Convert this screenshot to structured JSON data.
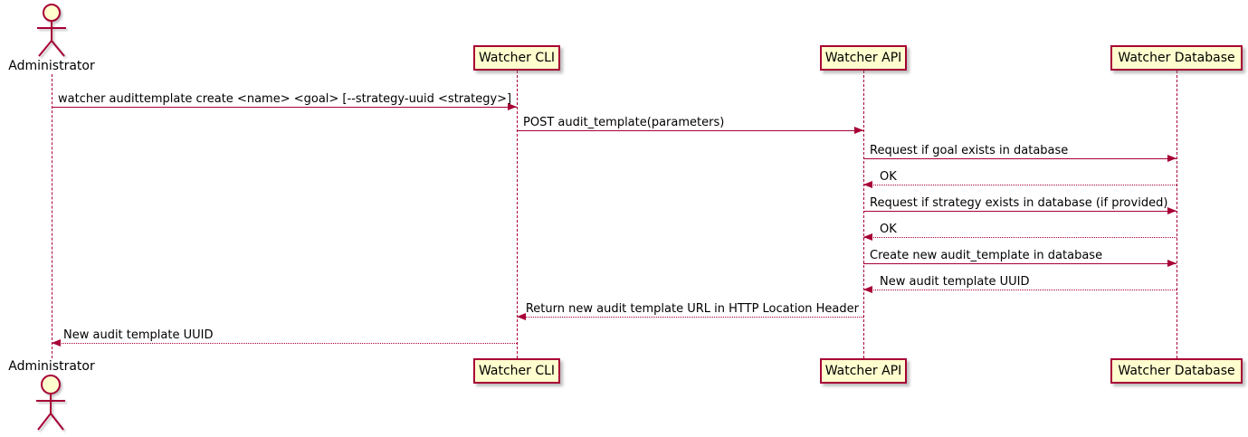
{
  "diagram_type": "sequence",
  "colors": {
    "accent": "#A80036",
    "participant_fill": "#FEFECE",
    "text": "#000000",
    "background": "#FFFFFF"
  },
  "actor": {
    "name": "Administrator"
  },
  "participants": [
    {
      "label": "Watcher CLI"
    },
    {
      "label": "Watcher API"
    },
    {
      "label": "Watcher Database"
    }
  ],
  "messages": [
    {
      "label": "watcher audittemplate create <name> <goal> [--strategy-uuid <strategy>]",
      "from": "Administrator",
      "to": "Watcher CLI",
      "line": "solid",
      "direction": "right"
    },
    {
      "label": "POST audit_template(parameters)",
      "from": "Watcher CLI",
      "to": "Watcher API",
      "line": "solid",
      "direction": "right"
    },
    {
      "label": "Request if goal exists in database",
      "from": "Watcher API",
      "to": "Watcher Database",
      "line": "solid",
      "direction": "right"
    },
    {
      "label": "OK",
      "from": "Watcher Database",
      "to": "Watcher API",
      "line": "dotted",
      "direction": "left"
    },
    {
      "label": "Request if strategy exists in database (if provided)",
      "from": "Watcher API",
      "to": "Watcher Database",
      "line": "solid",
      "direction": "right"
    },
    {
      "label": "OK",
      "from": "Watcher Database",
      "to": "Watcher API",
      "line": "dotted",
      "direction": "left"
    },
    {
      "label": "Create new audit_template in database",
      "from": "Watcher API",
      "to": "Watcher Database",
      "line": "solid",
      "direction": "right"
    },
    {
      "label": "New audit template UUID",
      "from": "Watcher Database",
      "to": "Watcher API",
      "line": "dotted",
      "direction": "left"
    },
    {
      "label": "Return new audit template URL in HTTP Location Header",
      "from": "Watcher API",
      "to": "Watcher CLI",
      "line": "dotted",
      "direction": "left"
    },
    {
      "label": "New audit template UUID",
      "from": "Watcher CLI",
      "to": "Administrator",
      "line": "dotted",
      "direction": "left"
    }
  ]
}
